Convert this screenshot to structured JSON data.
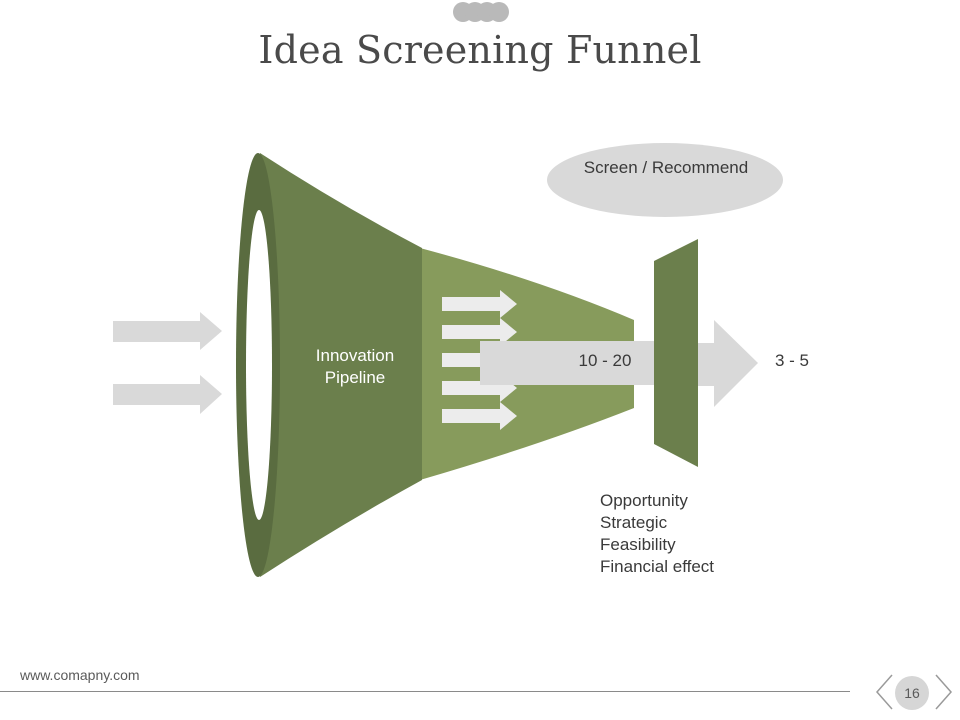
{
  "slide": {
    "title": "Idea Screening Funnel",
    "page_number": "16",
    "footer_url": "www.comapny.com"
  },
  "diagram": {
    "pipeline_label": "Innovation Pipeline",
    "stage_value": "10 - 20",
    "output_value": "3 - 5",
    "screen_label": "Screen / Recommend",
    "criteria": [
      "Opportunity",
      "Strategic",
      "Feasibility",
      "Financial effect"
    ]
  },
  "colors": {
    "funnel_dark": "#6b7f4c",
    "funnel_light": "#879b5c",
    "funnel_rim": "#5a6c40",
    "arrow_gray": "#d9d9d9",
    "bubble_gray": "#d9d9d9"
  },
  "icons": [
    "logo-dots-icon",
    "chevron-left-icon",
    "chevron-right-icon"
  ]
}
